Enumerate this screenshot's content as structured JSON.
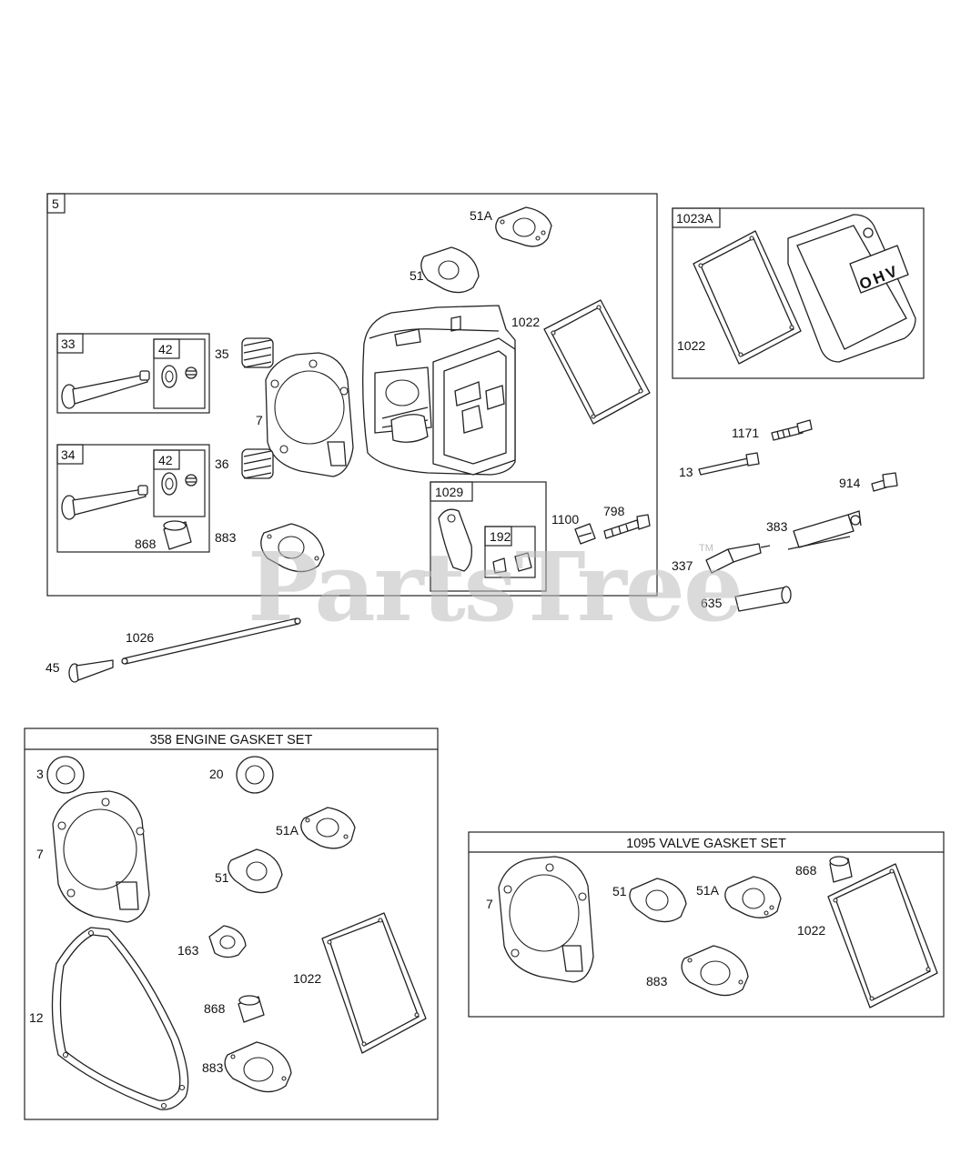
{
  "watermark": {
    "brand": "PartsTree",
    "trademark": "TM"
  },
  "main_assembly": {
    "ref": "5",
    "callouts": [
      "51A",
      "51",
      "1022",
      "35",
      "7",
      "36",
      "883"
    ],
    "intake_valve_box": {
      "ref": "33",
      "sub_ref": "42"
    },
    "exhaust_valve_box": {
      "ref": "34",
      "sub_ref": "42",
      "part": "868"
    },
    "rocker_box": {
      "ref": "1029",
      "sub_ref": "192"
    },
    "right_callouts": [
      "1100",
      "798"
    ]
  },
  "cover_box": {
    "ref": "1023A",
    "gasket": "1022",
    "logo": "OHV"
  },
  "loose_parts": [
    "1171",
    "13",
    "914",
    "383",
    "337",
    "635",
    "1026",
    "45"
  ],
  "engine_gasket_set": {
    "title": "358 ENGINE GASKET SET",
    "callouts": [
      "3",
      "20",
      "7",
      "51A",
      "51",
      "163",
      "1022",
      "12",
      "868",
      "883"
    ]
  },
  "valve_gasket_set": {
    "title": "1095 VALVE GASKET SET",
    "callouts": [
      "7",
      "51",
      "51A",
      "868",
      "1022",
      "883"
    ]
  }
}
